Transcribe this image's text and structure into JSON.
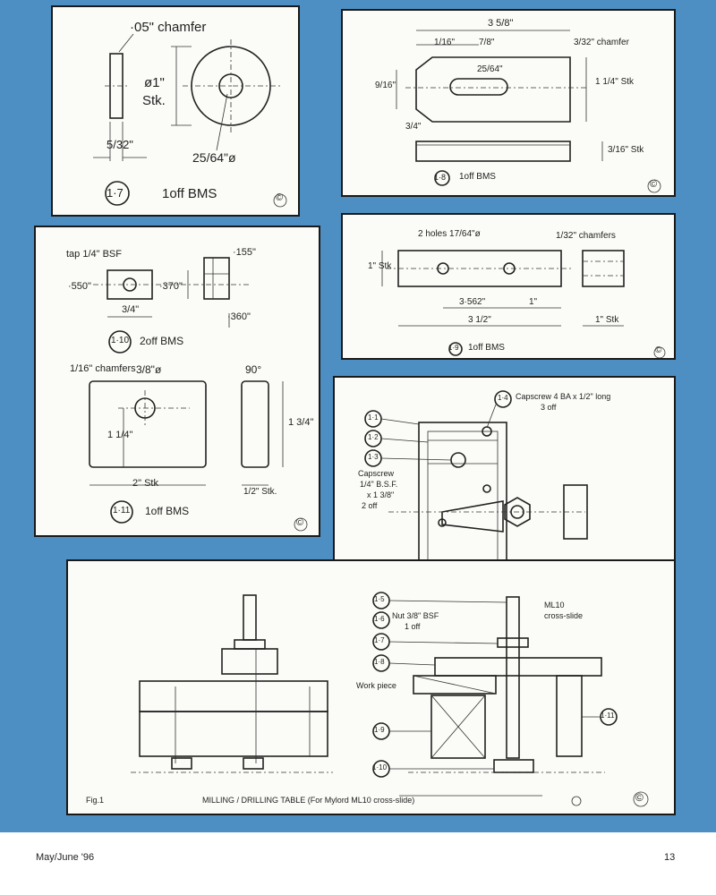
{
  "p17": {
    "chamfer": "·05\" chamfer",
    "dia": "ø1\"",
    "stk": "Stk.",
    "thick": "5/32\"",
    "hole": "25/64\"ø",
    "ref": "1·7",
    "title": "1off  BMS",
    "copy": "©"
  },
  "p18": {
    "overall": "3 5/8\"",
    "d1": "1/16\"",
    "d2": "7/8\"",
    "chamfer": "3/32\" chamfer",
    "slot": "25/64\"",
    "h1": "9/16\"",
    "h2": "1 1/4\" Stk",
    "t1": "3/4\"",
    "thick": "3/16\" Stk",
    "ref": "1·8",
    "title": "1off  BMS",
    "copy": "©"
  },
  "p110": {
    "tap": "tap 1/4\" BSF",
    "d155": "·155\"",
    "d550": "·550\"",
    "d370": "·370\"",
    "d34": "3/4\"",
    "d360": "·360\"",
    "ref": "1·10",
    "title": "2off BMS"
  },
  "p111": {
    "chamfers": "1/16\" chamfers",
    "hole": "3/8\"ø",
    "angle": "90°",
    "h1": "1 1/4\"",
    "h2": "1 3/4\"",
    "w": "2\" Stk",
    "t": "1/2\" Stk.",
    "ref": "1·11",
    "title": "1off  BMS",
    "copy": "©"
  },
  "p19": {
    "holes": "2 holes 17/64\"ø",
    "chamfers": "1/32\" chamfers",
    "h": "1\" Stk",
    "d1": "3·562\"",
    "d2": "1\"",
    "w": "3 1/2\"",
    "stk": "1\" Stk",
    "ref": "1·9",
    "title": "1off  BMS",
    "copy": "©"
  },
  "p14": {
    "r11": "1·1",
    "r12": "1·2",
    "r13": "1·3",
    "r14": "1·4",
    "capscrew4ba": "Capscrew 4 BA x 1/2\" long",
    "capscrew4ba_qty": "3 off",
    "capscrew": "Capscrew",
    "capscrew_size": "1/4\" B.S.F.",
    "capscrew_len": "x 1 3/8\"",
    "capscrew_qty": "2 off",
    "ml10": "ML10",
    "crossslide": "cross-slide"
  },
  "main": {
    "r15": "1·5",
    "r16": "1·6",
    "r17": "1·7",
    "r18": "1·8",
    "r19": "1·9",
    "r110": "1·10",
    "r111": "1·11",
    "nut": "Nut 3/8\" BSF",
    "nut_qty": "1 off",
    "workpiece": "Work piece",
    "caption_fig": "Fig.1",
    "caption": "MILLING / DRILLING TABLE   (For Mylord ML10 cross-slide)",
    "copy": "©"
  },
  "footer": {
    "issue": "May/June '96",
    "page": "13"
  }
}
